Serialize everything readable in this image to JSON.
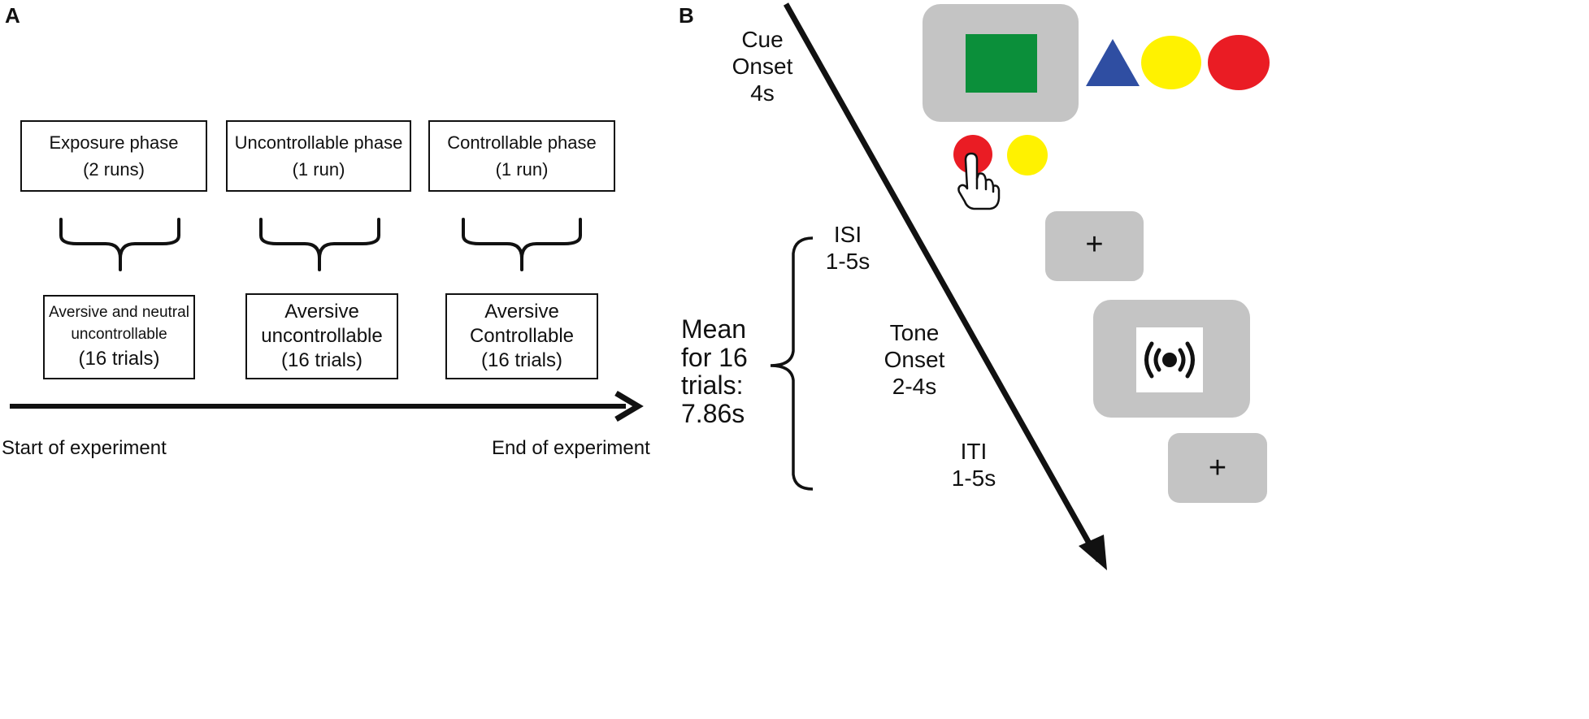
{
  "panel_a": {
    "label": "A",
    "phases": [
      {
        "title": "Exposure phase",
        "runs": "(2 runs)"
      },
      {
        "title": "Uncontrollable phase",
        "runs": "(1 run)"
      },
      {
        "title": "Controllable phase",
        "runs": "(1 run)"
      }
    ],
    "conditions": [
      {
        "line1": "Aversive and neutral",
        "line2": "uncontrollable",
        "line3": "(16 trials)"
      },
      {
        "line1": "Aversive",
        "line2": "uncontrollable",
        "line3": "(16 trials)"
      },
      {
        "line1": "Aversive",
        "line2": "Controllable",
        "line3": "(16 trials)"
      }
    ],
    "timeline_start": "Start of experiment",
    "timeline_end": "End of experiment"
  },
  "panel_b": {
    "label": "B",
    "cue_line1": "Cue",
    "cue_line2": "Onset",
    "cue_line3": "4s",
    "isi_line1": "ISI",
    "isi_line2": "1-5s",
    "mean_line1": "Mean",
    "mean_line2": "for 16",
    "mean_line3": "trials:",
    "mean_line4": "7.86s",
    "tone_line1": "Tone",
    "tone_line2": "Onset",
    "tone_line3": "2-4s",
    "iti_line1": "ITI",
    "iti_line2": "1-5s",
    "fixation": "+",
    "colors": {
      "screen_gray": "#c4c4c4",
      "green": "#0b8f3a",
      "blue": "#2f4ea2",
      "yellow": "#fff200",
      "red": "#ea1c24"
    },
    "icons": [
      "hand-pointer-icon",
      "speaker-sound-icon"
    ]
  }
}
